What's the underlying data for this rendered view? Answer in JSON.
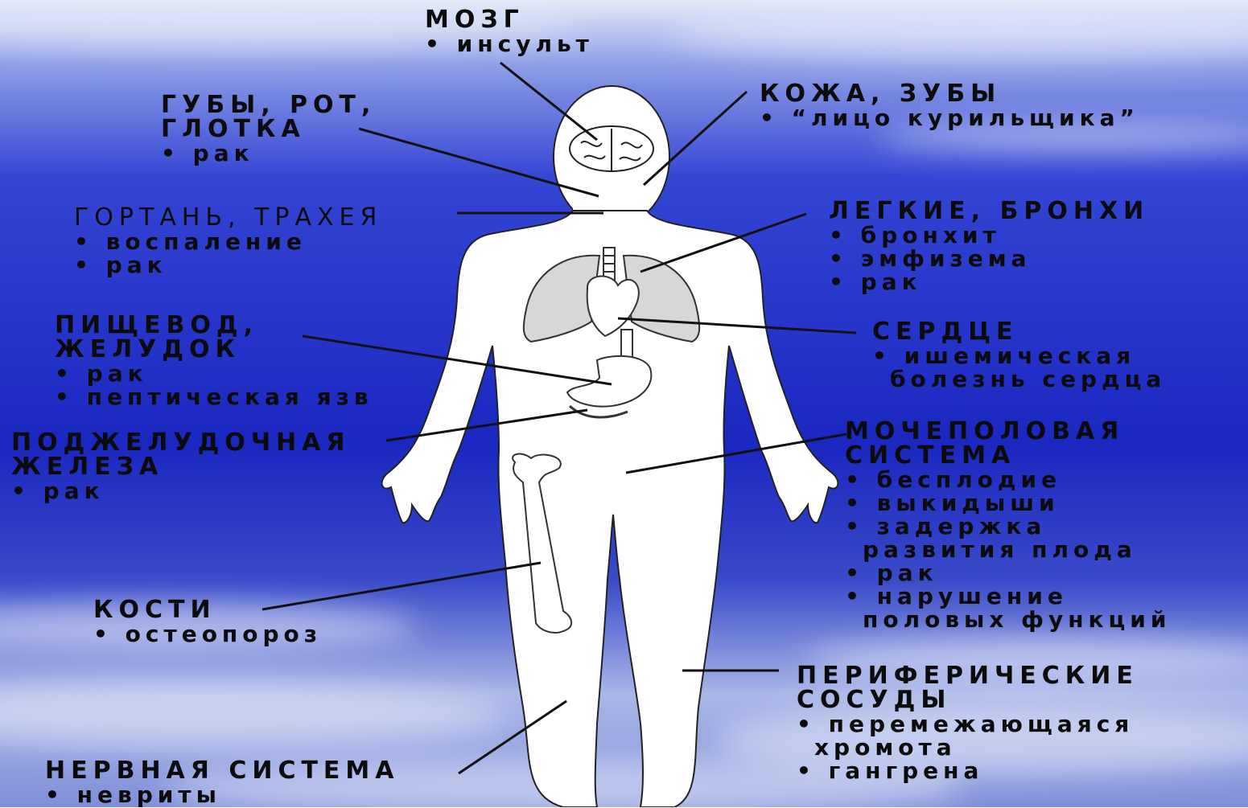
{
  "colors": {
    "sky_top": "#cfd9f2",
    "sky_mid": "#2232c8",
    "sky_bottom": "#c9d4ef",
    "body": "#ffffff",
    "organ": "#d7d7d7",
    "ink": "#0b0b0b"
  },
  "labels": {
    "brain": {
      "title": [
        "МОЗГ"
      ],
      "items": [
        [
          "• инсульт"
        ]
      ]
    },
    "lips": {
      "title": [
        "ГУБЫ, РОТ,",
        "ГЛОТКА"
      ],
      "items": [
        [
          "• рак"
        ]
      ]
    },
    "skin": {
      "title": [
        "КОЖА, ЗУБЫ"
      ],
      "items": [
        [
          "• “лицо курильщика”"
        ]
      ]
    },
    "larynx": {
      "title": [
        "ГОРТАНЬ, ТРАХЕЯ"
      ],
      "items": [
        [
          "• воспаление"
        ],
        [
          "• рак"
        ]
      ]
    },
    "lungs": {
      "title": [
        "ЛЕГКИЕ, БРОНХИ"
      ],
      "items": [
        [
          "• бронхит"
        ],
        [
          "• эмфизема"
        ],
        [
          "• рак"
        ]
      ]
    },
    "esophagus": {
      "title": [
        "ПИЩЕВОД,",
        "ЖЕЛУДОК"
      ],
      "items": [
        [
          "• рак"
        ],
        [
          "• пептическая язв"
        ]
      ]
    },
    "heart": {
      "title": [
        "СЕРДЦЕ"
      ],
      "items": [
        [
          "• ишемическая",
          "болезнь сердца"
        ]
      ]
    },
    "pancreas": {
      "title": [
        "ПОДЖЕЛУДОЧНАЯ",
        "ЖЕЛЕЗА"
      ],
      "items": [
        [
          "• рак"
        ]
      ]
    },
    "urogenital": {
      "title": [
        "МОЧЕПОЛОВАЯ",
        "СИСТЕМА"
      ],
      "items": [
        [
          "• бесплодие"
        ],
        [
          "• выкидыши"
        ],
        [
          "• задержка",
          "развития плода"
        ],
        [
          "• рак"
        ],
        [
          "• нарушение",
          "половых функций"
        ]
      ]
    },
    "bones": {
      "title": [
        "КОСТИ"
      ],
      "items": [
        [
          "• остеопороз"
        ]
      ]
    },
    "vessels": {
      "title": [
        "ПЕРИФЕРИЧЕСКИЕ",
        "СОСУДЫ"
      ],
      "items": [
        [
          "• перемежающаяся",
          "хромота"
        ],
        [
          "• гангрена"
        ]
      ]
    },
    "nerves": {
      "title": [
        "НЕРВНАЯ СИСТЕМА"
      ],
      "items": [
        [
          "• невриты"
        ]
      ]
    }
  }
}
